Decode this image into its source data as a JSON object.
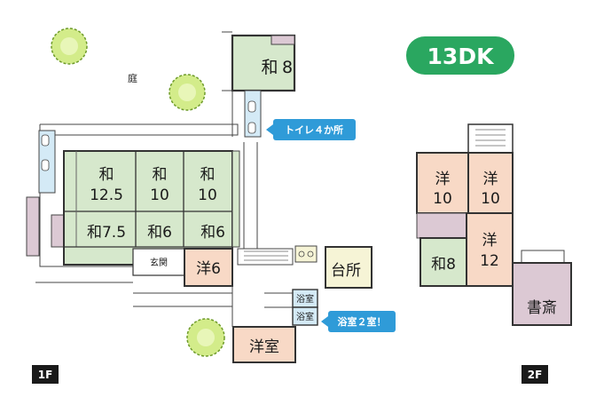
{
  "badge": "13DK",
  "garden": "庭",
  "floor_1": "1F",
  "floor_2": "2F",
  "callout_toilet": "トイレ４か所",
  "callout_bath": "浴室２室！",
  "colors": {
    "washitsu": "#d6e8cc",
    "yoshitsu": "#f8d9c6",
    "service": "#f6f4d6",
    "study": "#dcc9d4",
    "wet": "#d4eaf6",
    "accent": "#2f9bd8",
    "badge": "#2aa760"
  },
  "rooms_1f": {
    "wa8_a": "和",
    "wa8_b": "8",
    "wa125_a": "和",
    "wa125_b": "12.5",
    "wa10a_a": "和",
    "wa10a_b": "10",
    "wa10b_a": "和",
    "wa10b_b": "10",
    "wa75": "和7.5",
    "wa6a": "和6",
    "wa6b": "和6",
    "genkan": "玄関",
    "you6": "洋6",
    "daidokoro": "台所",
    "yoku1": "浴室",
    "yoku2": "浴室",
    "youshitsu": "洋室"
  },
  "rooms_2f": {
    "you10a_a": "洋",
    "you10a_b": "10",
    "you10b_a": "洋",
    "you10b_b": "10",
    "wa8": "和8",
    "you12_a": "洋",
    "you12_b": "12",
    "shosai": "書斎"
  }
}
